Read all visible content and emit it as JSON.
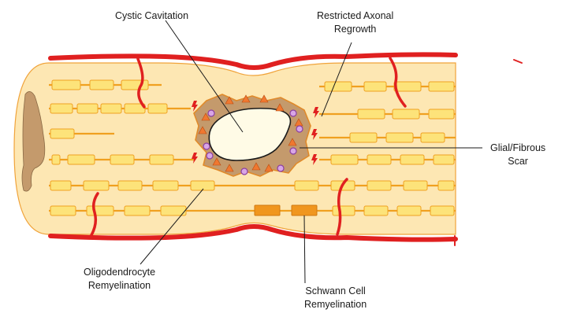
{
  "labels": {
    "cystic_cavitation": "Cystic Cavitation",
    "restricted_regrowth_line1": "Restricted Axonal",
    "restricted_regrowth_line2": "Regrowth",
    "glial_scar_line1": "Glial/Fibrous",
    "glial_scar_line2": "Scar",
    "oligodendrocyte_line1": "Oligodendrocyte",
    "oligodendrocyte_line2": "Remyelination",
    "schwann_line1": "Schwann Cell",
    "schwann_line2": "Remyelination"
  },
  "colors": {
    "tissue_fill": "#fde7b3",
    "tissue_stroke": "#f0a33a",
    "myelin_fill": "#fde37a",
    "myelin_stroke": "#f0a020",
    "schwann_fill": "#f0961e",
    "vessel": "#e02020",
    "scar_fill": "#c49a6c",
    "scar_stroke": "#e08a2a",
    "cyst_fill": "#fffbe6",
    "triangle_fill": "#f07830",
    "circle_fill": "#d9a6e6",
    "circle_stroke": "#8a3fa0"
  }
}
